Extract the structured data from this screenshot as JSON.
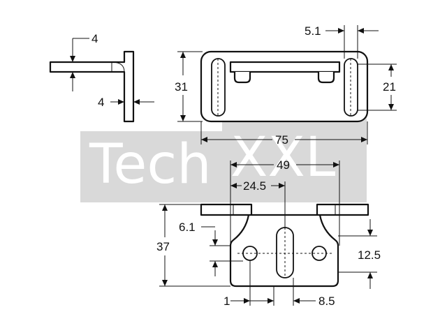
{
  "watermark": {
    "text_left": "Tech",
    "text_right": "XXL"
  },
  "dimensions": {
    "side_flange": "4",
    "side_wall": "4",
    "slot_pitch_offset": "5.1",
    "height_top": "31",
    "slot_height": "21",
    "overall_width": "75",
    "hole_pitch": "49",
    "half_pitch": "24.5",
    "hole_offset": "6.1",
    "front_height": "37",
    "slot_length": "12.5",
    "hole_dia": "1",
    "slot_width": "8.5"
  }
}
